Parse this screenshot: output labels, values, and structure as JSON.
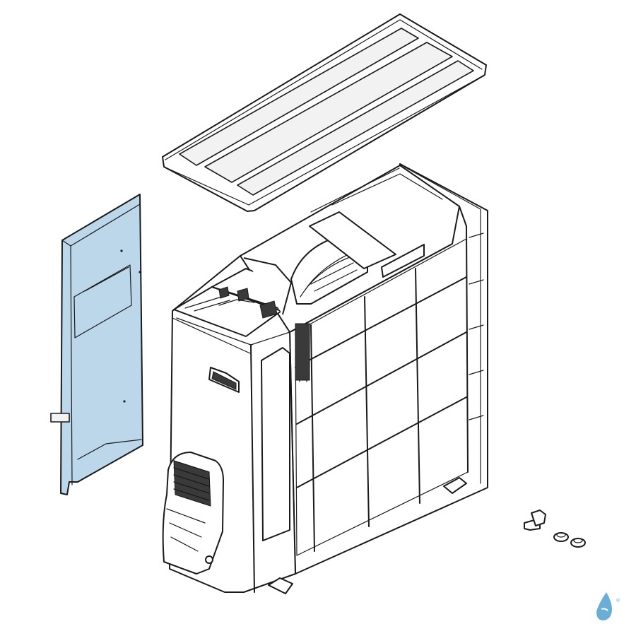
{
  "diagram": {
    "highlight_color": "#bcd6ea",
    "line_color": "#1a1a1a",
    "logo_color": "#6aaed8",
    "parts": [
      {
        "icon": "top-panel"
      },
      {
        "icon": "side-panel-highlighted"
      },
      {
        "icon": "outdoor-unit-body"
      },
      {
        "icon": "condenser-grille"
      },
      {
        "icon": "fan"
      },
      {
        "icon": "control-box"
      },
      {
        "icon": "service-valve-cover"
      },
      {
        "icon": "drain-elbow"
      },
      {
        "icon": "drain-cap"
      },
      {
        "icon": "drain-cap"
      }
    ],
    "logo": {
      "icon": "water-drop-logo",
      "mark": "®"
    }
  }
}
